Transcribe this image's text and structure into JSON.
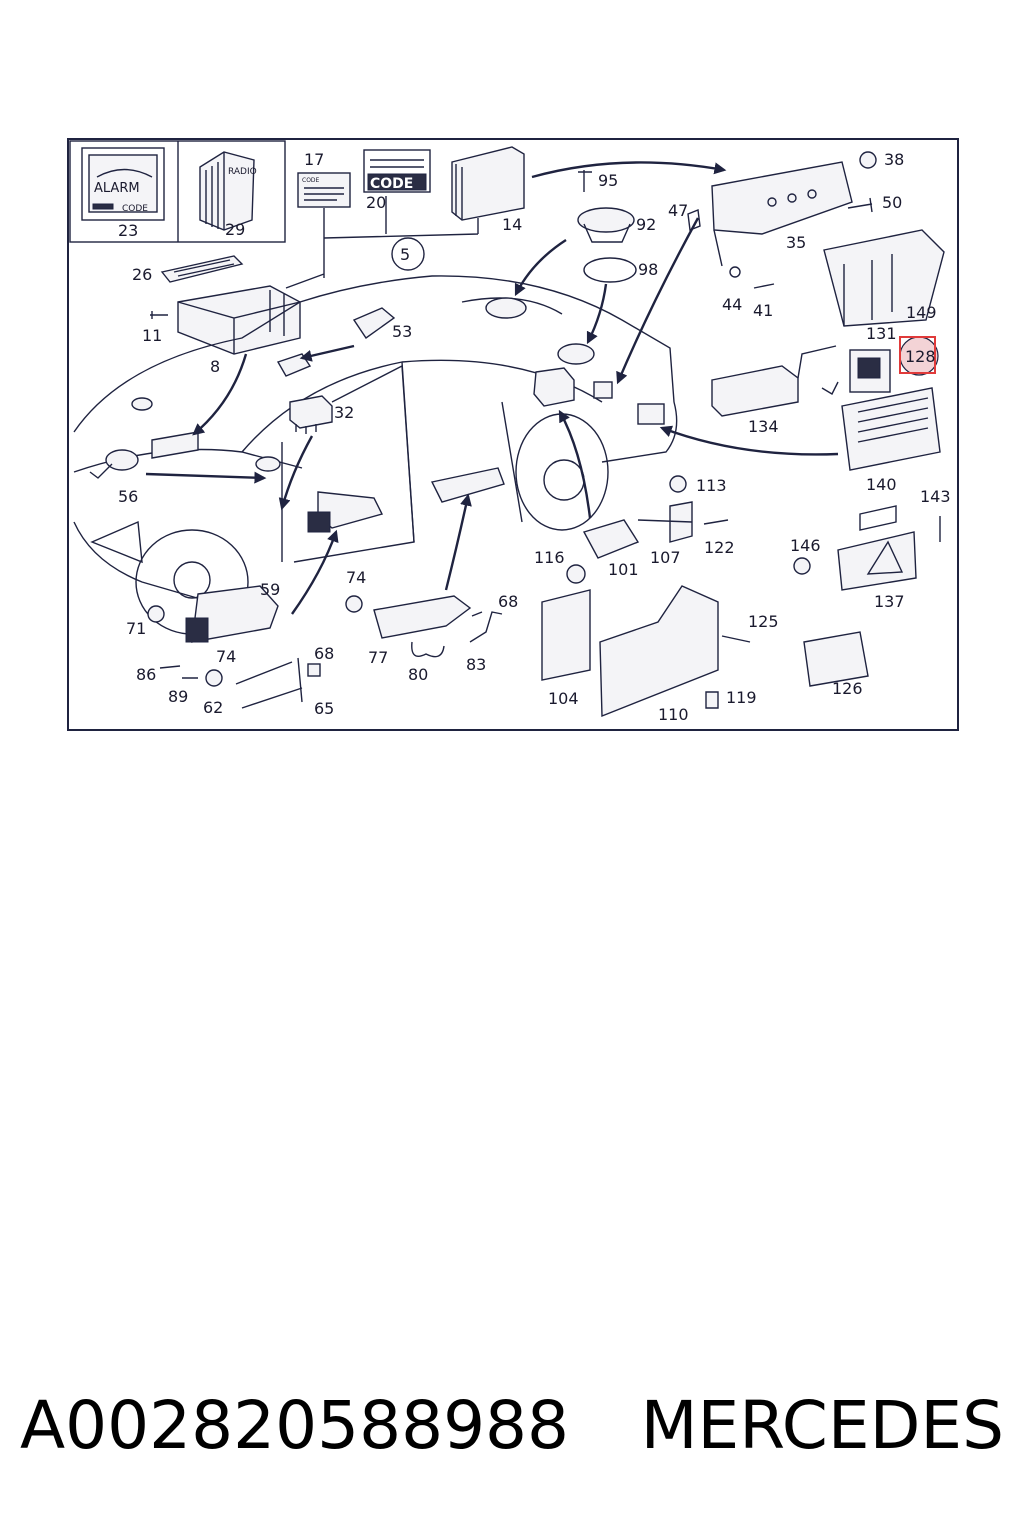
{
  "part_number": "A002820588988",
  "brand": "MERCEDES",
  "diagram": {
    "highlighted_callout": "128",
    "icon_texts": {
      "alarm_label": "ALARM",
      "alarm_code": "CODE",
      "radio_label": "RADIO",
      "card_code": "CODE",
      "panel_code": "CODE"
    },
    "callouts": [
      "5",
      "8",
      "11",
      "14",
      "17",
      "20",
      "23",
      "26",
      "29",
      "32",
      "35",
      "38",
      "41",
      "44",
      "47",
      "50",
      "53",
      "56",
      "59",
      "62",
      "65",
      "68",
      "68",
      "71",
      "74",
      "74",
      "77",
      "80",
      "83",
      "86",
      "89",
      "92",
      "95",
      "98",
      "101",
      "104",
      "107",
      "110",
      "113",
      "116",
      "119",
      "122",
      "125",
      "126",
      "128",
      "131",
      "134",
      "137",
      "140",
      "143",
      "146",
      "149"
    ]
  },
  "colors": {
    "ink": "#1f2340",
    "highlight_border": "#e03a3a",
    "highlight_fill": "#f3d3d6"
  }
}
